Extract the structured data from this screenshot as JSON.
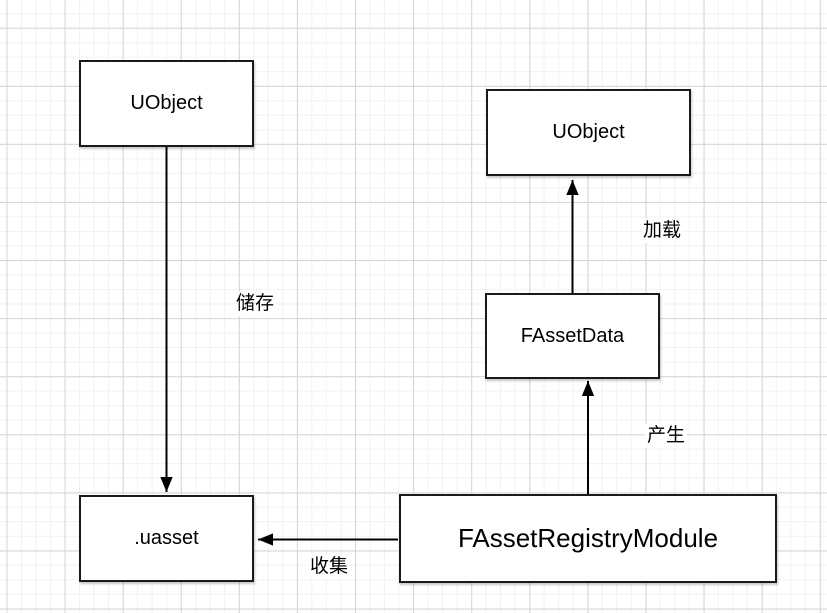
{
  "diagram": {
    "nodes": [
      {
        "id": "uobject-left",
        "label": "UObject"
      },
      {
        "id": "uobject-right",
        "label": "UObject"
      },
      {
        "id": "fassetdata",
        "label": "FAssetData"
      },
      {
        "id": "uasset",
        "label": ".uasset"
      },
      {
        "id": "fassetregistrymodule",
        "label": "FAssetRegistryModule"
      }
    ],
    "edges": [
      {
        "id": "store",
        "label": "储存",
        "from": "uobject-left",
        "to": "uasset"
      },
      {
        "id": "load",
        "label": "加载",
        "from": "fassetdata",
        "to": "uobject-right"
      },
      {
        "id": "produce",
        "label": "产生",
        "from": "fassetregistrymodule",
        "to": "fassetdata"
      },
      {
        "id": "collect",
        "label": "收集",
        "from": "fassetregistrymodule",
        "to": "uasset"
      }
    ]
  },
  "colors": {
    "node-border": "#1a1a1a",
    "node-fill": "#ffffff",
    "edge-color": "#000000",
    "text-color": "#000000",
    "grid-minor": "#f1f1f1",
    "grid-major": "#d5d5d5",
    "canvas-bg": "#ffffff"
  }
}
